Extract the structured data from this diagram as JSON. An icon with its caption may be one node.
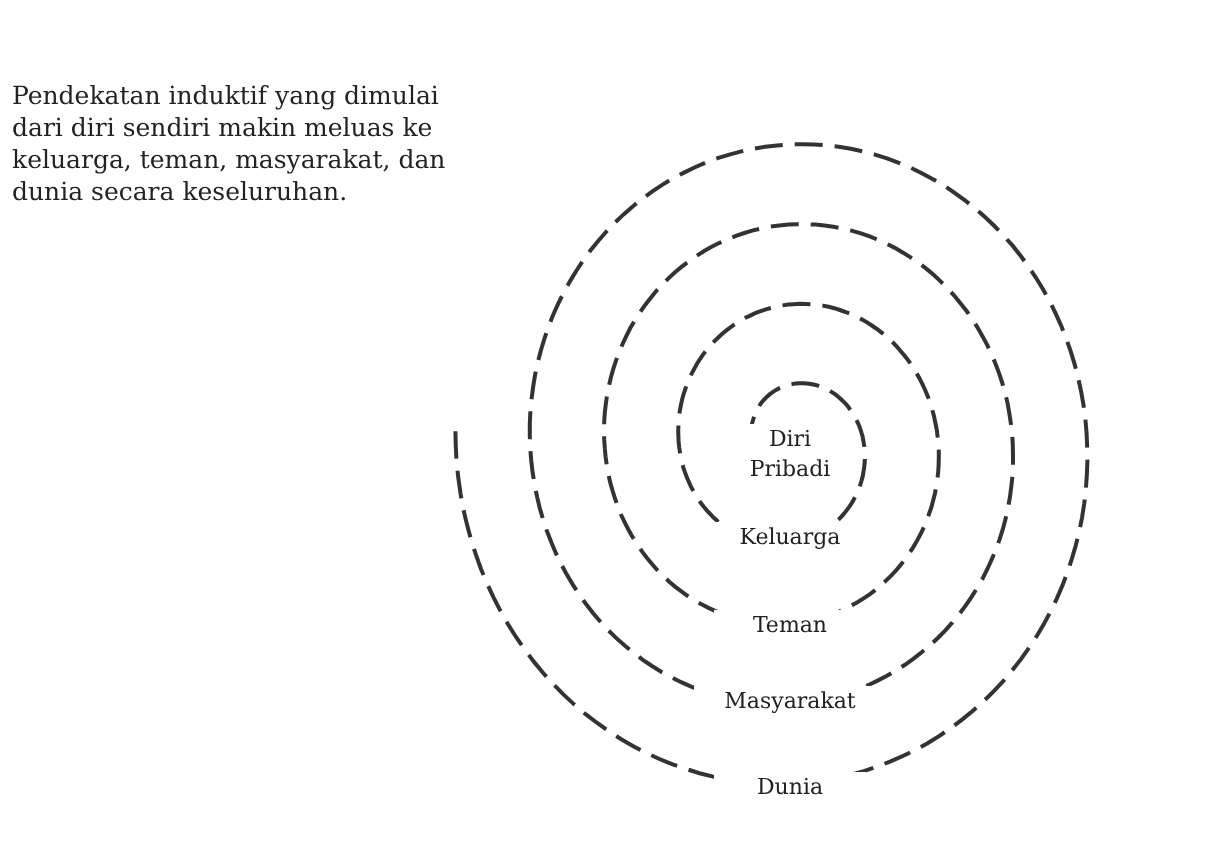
{
  "diagram": {
    "labels": [
      "Pendekatan induktif yang dimulai dari diri sendiri makin meluas ke keluarga, teman, masyarakat, dan dunia secara keseluruhan.",
      "Diri Pribadi",
      "Keluarga",
      "Teman",
      "Masyarakat",
      "Dunia"
    ]
  }
}
